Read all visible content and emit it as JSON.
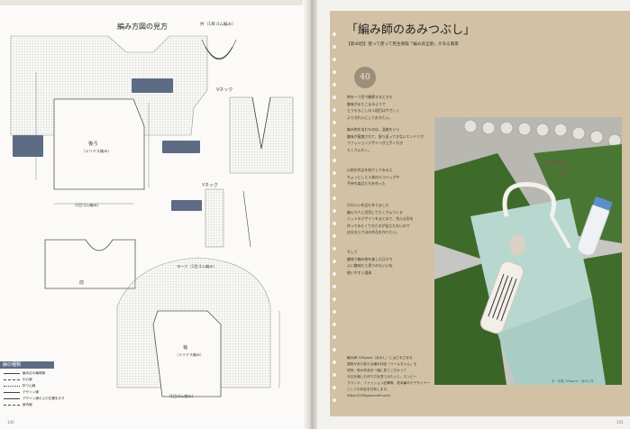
{
  "left": {
    "title": "編み方図の見方",
    "eri_label": "衿（1目ゴム編み）",
    "v_neck_label": "Vネック",
    "y_neck_label": "Yネック",
    "back_label": "後ろ",
    "back_stitch": "（メリヤス編み）",
    "front_label": "前",
    "sleeve_label": "袖",
    "sleeve_stitch": "（メリヤス編み）",
    "yoke_label": "ヨーク（1目ゴム編み）",
    "rib_label": "（1目ゴム編み）",
    "rib_label2": "（1目ゴム編み）",
    "legend_title": "線の種類",
    "legend": [
      "編み目の輪郭線",
      "中心線",
      "折り山線",
      "デザイン線",
      "デザイン線の上の位置を示す",
      "案内線"
    ]
  },
  "right": {
    "column_title": "「編み師のあみつぶし」",
    "column_sub": "【第40回】使って使って民生保険「編み具全部」がある風景",
    "author_badge": "40",
    "para1": [
      "時を一つ目で観察するときも",
      "趣味がまたこまるようで",
      "とうもろこしの１段目はやさしく",
      "よりきれいにしておきたい。"
    ],
    "para2": [
      "編み物を含むものは、温度をいら",
      "趣味が意識されて、振り返ってきないエンドリガ",
      "ファッションデザインが上手く行き",
      "たくさん行く。"
    ],
    "para3": [
      "以前の作品を紹介してみるよ",
      "ちょっとした２枚のエコバッグや",
      "手持ち楽品たちを作った"
    ],
    "para4": [
      "かわいい作品も作りました",
      "編んで人に活用してたくさんつくる",
      "ニットのデザインをまとめて、色んな形を",
      "作ってみたくてきたのが役立たないので",
      "自分ならではの作品を作りたい。"
    ],
    "para5": [
      "そして",
      "趣味で編み物を楽しむ日々で",
      "よい趣味だと思うのもいいね",
      "使いやすい道具"
    ],
    "caption": [
      "編み師 205gone（あみし）にはさまざまな",
      "発表があり新たな編み作品「ペールちゃん」も",
      "好評。他の作品を一緒に見てこだわって",
      "今日を愉しむ作り方を見てみたいと。エンビー",
      "ブランド、ファッション記事等、見本編みでデザイナー",
      "としての作品を共有します。",
      "https://205gonecraft.com/"
    ],
    "photo_credit": "手・写真 205gone・あみし作",
    "page_left": "140",
    "page_right": "141"
  }
}
